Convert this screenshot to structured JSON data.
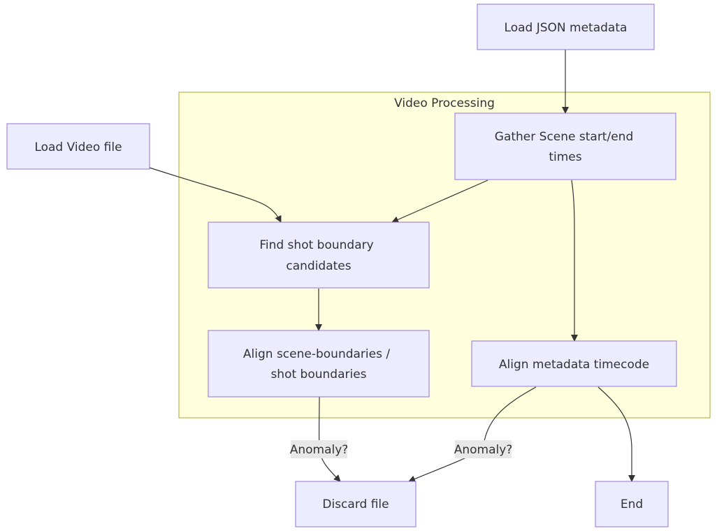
{
  "diagram": {
    "subgraph": {
      "title": "Video Processing"
    },
    "nodes": {
      "load_json": {
        "line1": "Load JSON metadata",
        "line2": ""
      },
      "load_video": {
        "line1": "Load Video file",
        "line2": ""
      },
      "gather_scene": {
        "line1": "Gather Scene start/end",
        "line2": "times"
      },
      "find_shot": {
        "line1": "Find shot boundary",
        "line2": "candidates"
      },
      "align_scene": {
        "line1": "Align scene-boundaries /",
        "line2": "shot boundaries"
      },
      "align_metadata": {
        "line1": "Align metadata timecode",
        "line2": ""
      },
      "discard": {
        "line1": "Discard file",
        "line2": ""
      },
      "end": {
        "line1": "End",
        "line2": ""
      }
    },
    "edge_labels": {
      "align_scene_to_discard": "Anomaly?",
      "align_metadata_to_discard": "Anomaly?"
    },
    "colors": {
      "node_fill": "#ececff",
      "node_stroke": "#9370db",
      "subgraph_fill": "#ffffde",
      "subgraph_stroke": "#aaaa33",
      "edge": "#333333",
      "edge_label_bg": "#e8e8e8"
    }
  }
}
